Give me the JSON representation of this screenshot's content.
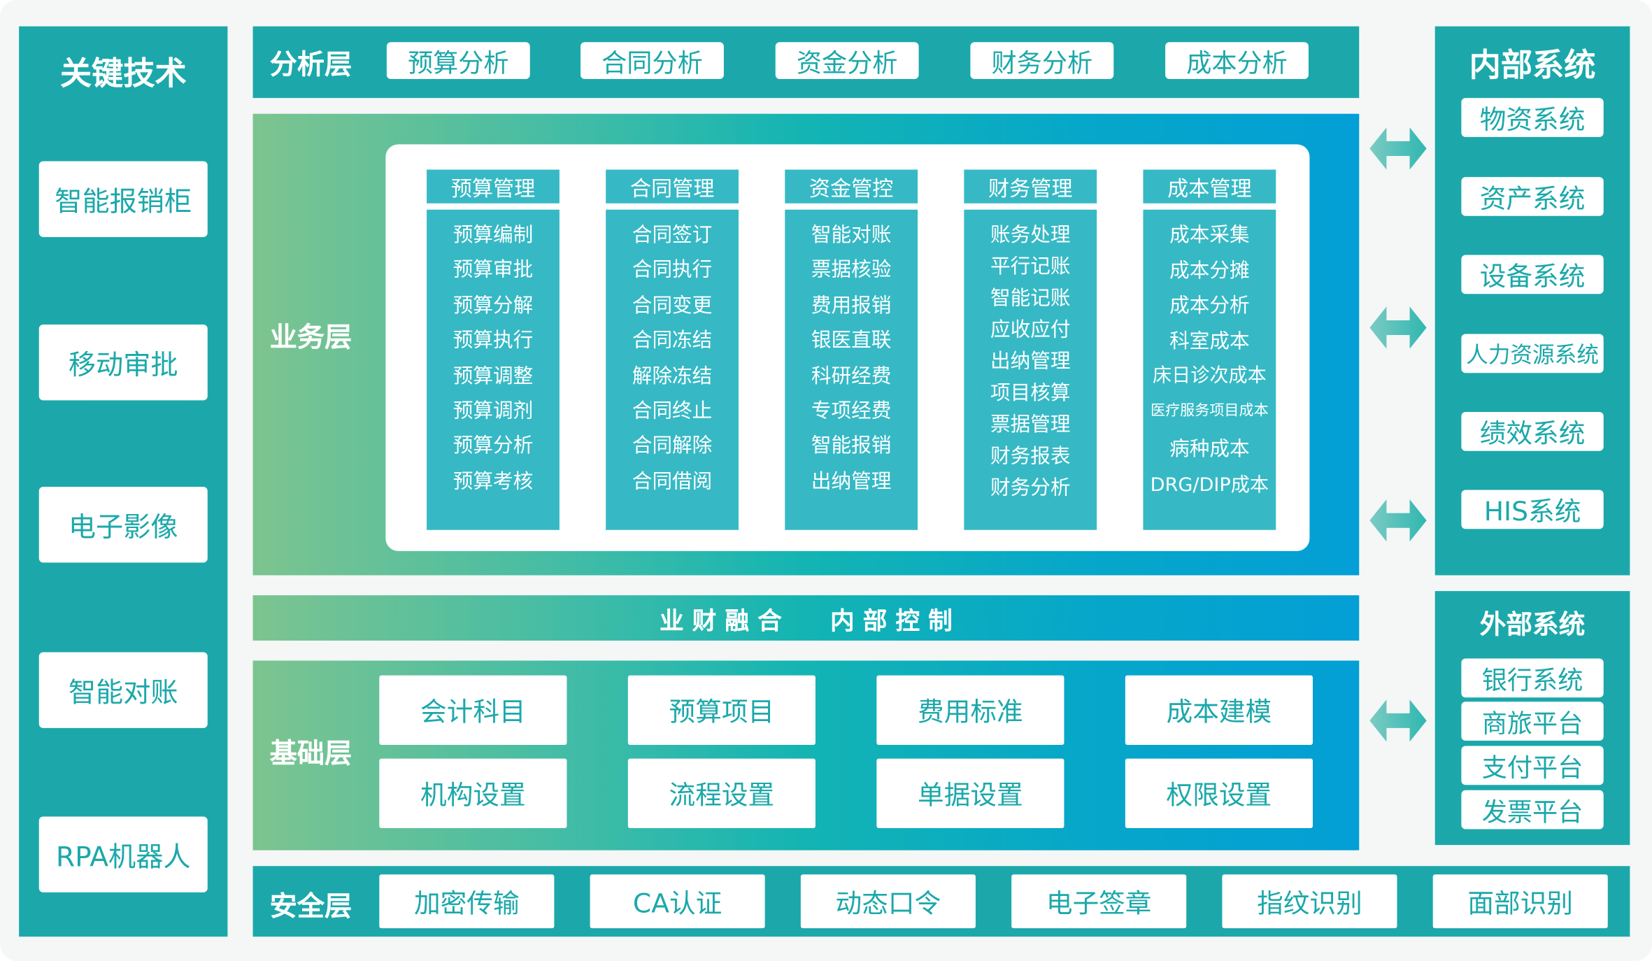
{
  "key_tech": {
    "title": "关键技术",
    "items": [
      "智能报销柜",
      "移动审批",
      "电子影像",
      "智能对账",
      "RPA机器人"
    ]
  },
  "analysis": {
    "label": "分析层",
    "items": [
      "预算分析",
      "合同分析",
      "资金分析",
      "财务分析",
      "成本分析"
    ]
  },
  "business": {
    "label": "业务层",
    "columns": [
      {
        "title": "预算管理",
        "items": [
          "预算编制",
          "预算审批",
          "预算分解",
          "预算执行",
          "预算调整",
          "预算调剂",
          "预算分析",
          "预算考核"
        ]
      },
      {
        "title": "合同管理",
        "items": [
          "合同签订",
          "合同执行",
          "合同变更",
          "合同冻结",
          "解除冻结",
          "合同终止",
          "合同解除",
          "合同借阅"
        ]
      },
      {
        "title": "资金管控",
        "items": [
          "智能对账",
          "票据核验",
          "费用报销",
          "银医直联",
          "科研经费",
          "专项经费",
          "智能报销",
          "出纳管理"
        ]
      },
      {
        "title": "财务管理",
        "items": [
          "账务处理",
          "平行记账",
          "智能记账",
          "应收应付",
          "出纳管理",
          "项目核算",
          "票据管理",
          "财务报表",
          "财务分析"
        ]
      },
      {
        "title": "成本管理",
        "items": [
          "成本采集",
          "成本分摊",
          "成本分析",
          "科室成本",
          "床日诊次成本",
          "医疗服务项目成本",
          "病种成本",
          "DRG/DIP成本"
        ]
      }
    ]
  },
  "band": {
    "left": "业 财 融 合",
    "right": "内 部 控 制"
  },
  "foundation": {
    "label": "基础层",
    "items": [
      "会计科目",
      "预算项目",
      "费用标准",
      "成本建模",
      "机构设置",
      "流程设置",
      "单据设置",
      "权限设置"
    ]
  },
  "security": {
    "label": "安全层",
    "items": [
      "加密传输",
      "CA认证",
      "动态口令",
      "电子签章",
      "指纹识别",
      "面部识别"
    ]
  },
  "internal": {
    "title": "内部系统",
    "items": [
      "物资系统",
      "资产系统",
      "设备系统",
      "人力资源系统",
      "绩效系统",
      "HIS系统"
    ]
  },
  "external": {
    "title": "外部系统",
    "items": [
      "银行系统",
      "商旅平台",
      "支付平台",
      "发票平台"
    ]
  },
  "colors": {
    "teal": "#1ca8aa",
    "column": "#36b9c5",
    "green": "#7dc48f",
    "blue": "#039fd6"
  }
}
